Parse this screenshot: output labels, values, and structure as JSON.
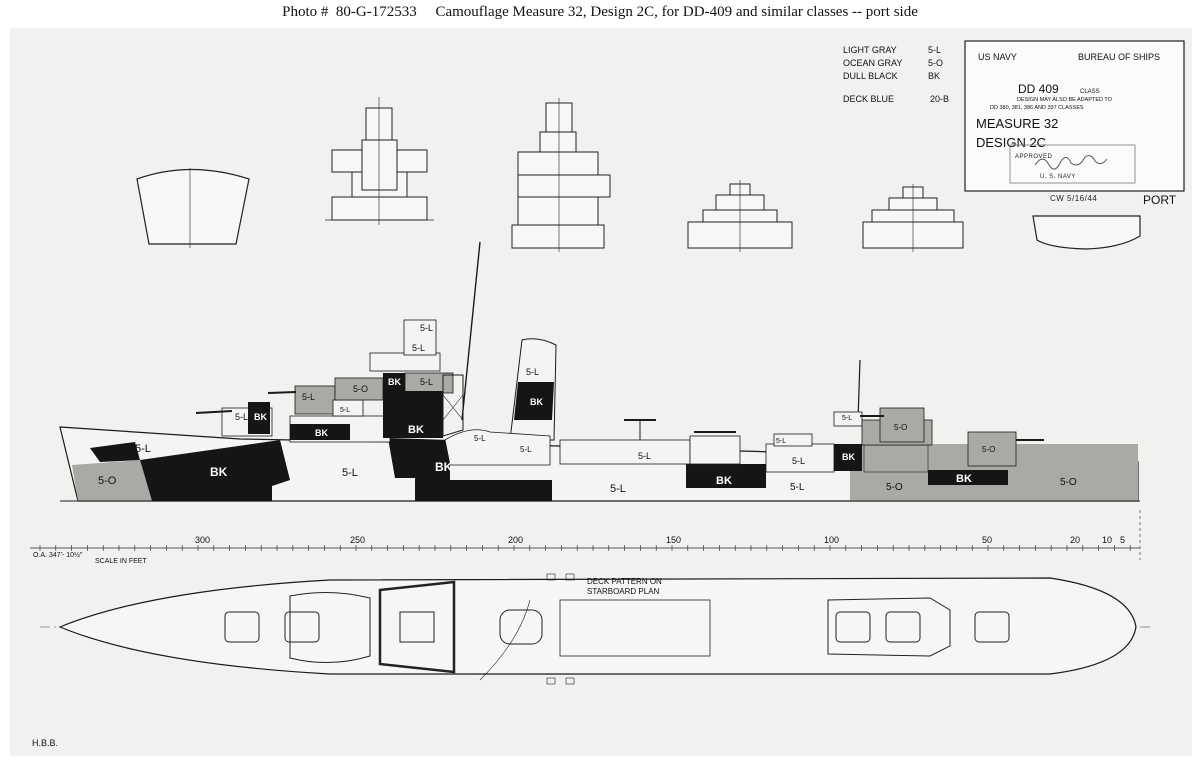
{
  "caption": {
    "photo": "Photo #  80-G-172533",
    "title": "Camouflage Measure 32, Design 2C, for DD-409 and similar classes -- port side"
  },
  "legend": [
    {
      "name": "LIGHT GRAY",
      "code": "5-L"
    },
    {
      "name": "OCEAN GRAY",
      "code": "5-O"
    },
    {
      "name": "DULL BLACK",
      "code": "BK"
    },
    {
      "name": "DECK BLUE",
      "code": "20-B"
    }
  ],
  "title_block": {
    "org_left": "US NAVY",
    "org_right": "BUREAU OF SHIPS",
    "class_num": "DD 409",
    "class_word": "CLASS",
    "note1": "DESIGN MAY ALSO BE ADAPTED TO",
    "note2": "DD 380, 381, 386 AND 397 CLASSES",
    "measure": "MEASURE 32",
    "design": "DESIGN  2C",
    "stamp1": "APPROVED",
    "stamp2": "U. S. NAVY",
    "initials": "CW  5/16/44",
    "side": "PORT"
  },
  "colors": {
    "light_gray": "#f4f4f2",
    "ocean_gray": "#a9a9a5",
    "dull_black": "#151515",
    "line": "#1a1a1a"
  },
  "hull_labels": {
    "five_l": "5-L",
    "five_o": "5-O",
    "bk": "BK"
  },
  "scale": {
    "ticks": [
      "300",
      "250",
      "200",
      "150",
      "100",
      "50",
      "20",
      "10",
      "5"
    ],
    "oa": "O.A. 347'- 10½\"",
    "label": "SCALE IN FEET"
  },
  "deck_note": [
    "DECK PATTERN ON",
    "STARBOARD PLAN"
  ],
  "signature": "H.B.B."
}
